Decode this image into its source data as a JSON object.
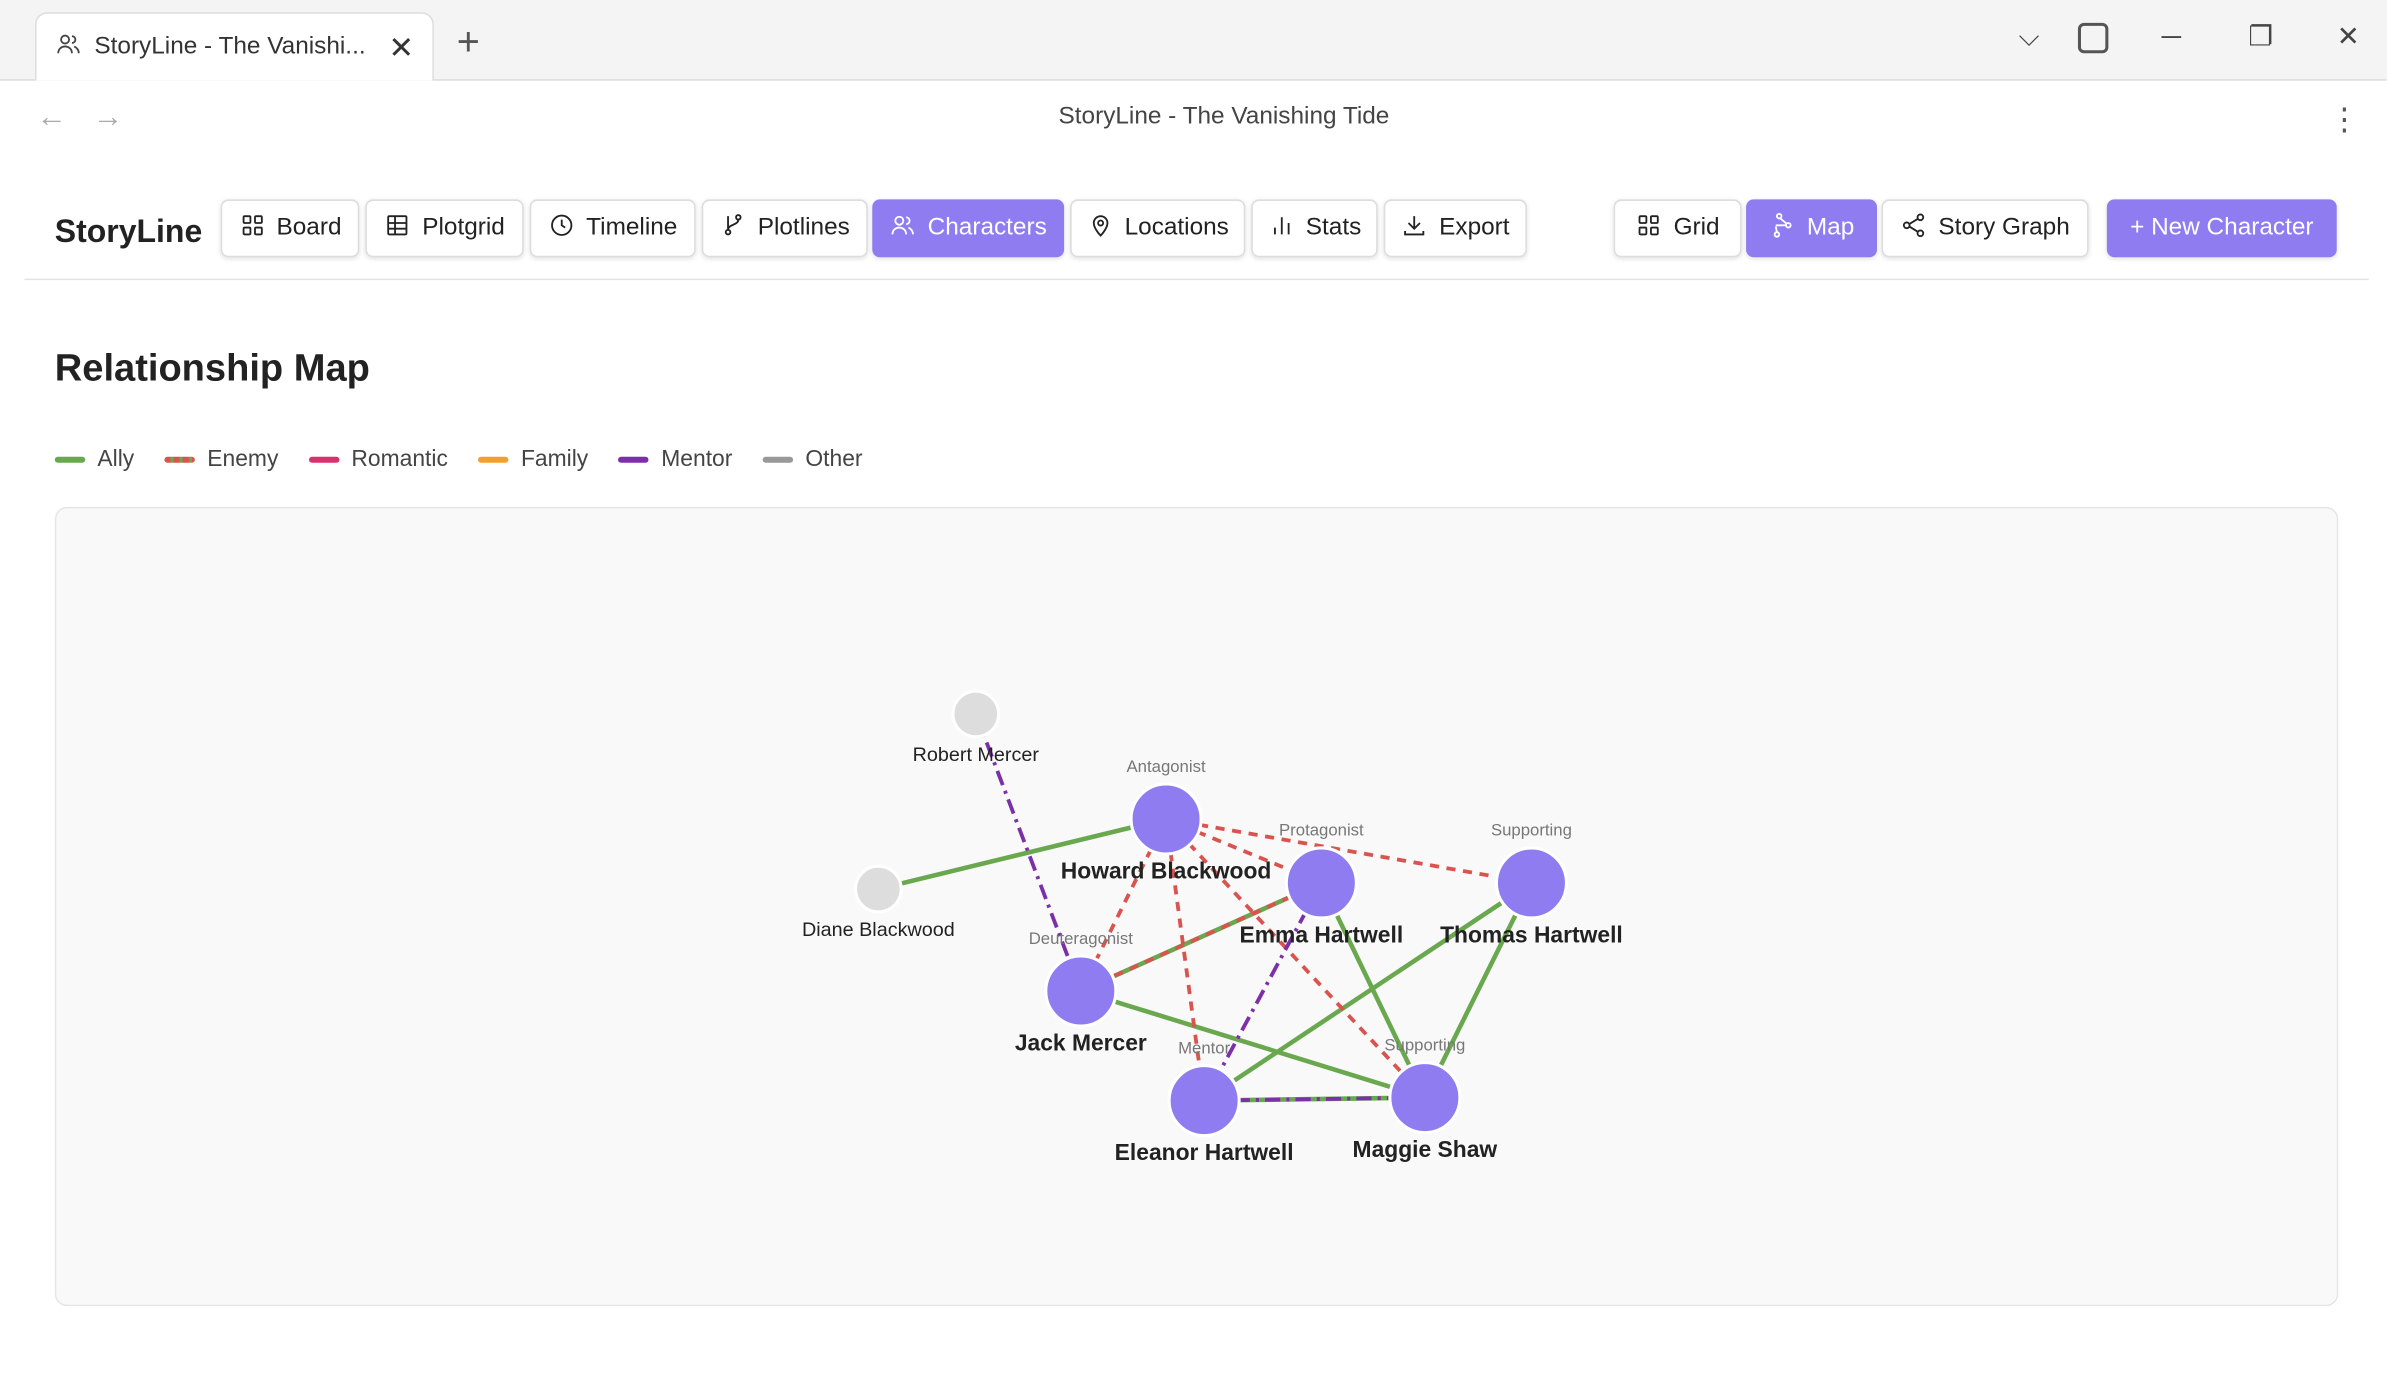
{
  "browser": {
    "tab_title": "StoryLine - The Vanishi...",
    "window_title": "StoryLine - The Vanishing Tide"
  },
  "app": {
    "brand": "StoryLine"
  },
  "nav_buttons": [
    {
      "label": "Board",
      "icon": "grid-icon",
      "active": false
    },
    {
      "label": "Plotgrid",
      "icon": "table-icon",
      "active": false
    },
    {
      "label": "Timeline",
      "icon": "clock-icon",
      "active": false
    },
    {
      "label": "Plotlines",
      "icon": "branch-icon",
      "active": false
    },
    {
      "label": "Characters",
      "icon": "users-icon",
      "active": true
    },
    {
      "label": "Locations",
      "icon": "pin-icon",
      "active": false
    },
    {
      "label": "Stats",
      "icon": "bar-chart-icon",
      "active": false
    },
    {
      "label": "Export",
      "icon": "download-icon",
      "active": false
    }
  ],
  "view_buttons": [
    {
      "label": "Grid",
      "icon": "grid-icon",
      "active": false
    },
    {
      "label": "Map",
      "icon": "map-graph-icon",
      "active": true
    },
    {
      "label": "Story Graph",
      "icon": "share-icon",
      "active": false
    }
  ],
  "new_character_label": "+ New Character",
  "page_title": "Relationship Map",
  "legend": [
    {
      "label": "Ally",
      "color": "#6aa84f"
    },
    {
      "label": "Enemy",
      "color": "#d9534f"
    },
    {
      "label": "Romantic",
      "color": "#d6336c"
    },
    {
      "label": "Family",
      "color": "#f0a030"
    },
    {
      "label": "Mentor",
      "color": "#7b2fa8"
    },
    {
      "label": "Other",
      "color": "#999999"
    }
  ],
  "graph": {
    "nodes": [
      {
        "id": "robert",
        "name": "Robert Mercer",
        "role": "",
        "main": false
      },
      {
        "id": "diane",
        "name": "Diane Blackwood",
        "role": "",
        "main": false
      },
      {
        "id": "howard",
        "name": "Howard Blackwood",
        "role": "Antagonist",
        "main": true
      },
      {
        "id": "emma",
        "name": "Emma Hartwell",
        "role": "Protagonist",
        "main": true
      },
      {
        "id": "thomas",
        "name": "Thomas Hartwell",
        "role": "Supporting",
        "main": true
      },
      {
        "id": "jack",
        "name": "Jack Mercer",
        "role": "Deuteragonist",
        "main": true
      },
      {
        "id": "eleanor",
        "name": "Eleanor Hartwell",
        "role": "Mentor",
        "main": true
      },
      {
        "id": "maggie",
        "name": "Maggie Shaw",
        "role": "Supporting",
        "main": true
      }
    ],
    "edges": [
      {
        "from": "robert",
        "to": "jack",
        "type": "Mentor"
      },
      {
        "from": "diane",
        "to": "howard",
        "type": "Ally"
      },
      {
        "from": "howard",
        "to": "emma",
        "type": "Enemy"
      },
      {
        "from": "howard",
        "to": "thomas",
        "type": "Enemy"
      },
      {
        "from": "howard",
        "to": "jack",
        "type": "Enemy"
      },
      {
        "from": "howard",
        "to": "eleanor",
        "type": "Enemy"
      },
      {
        "from": "howard",
        "to": "maggie",
        "type": "Enemy"
      },
      {
        "from": "emma",
        "to": "jack",
        "type": "Ally"
      },
      {
        "from": "emma",
        "to": "jack",
        "type": "Enemy"
      },
      {
        "from": "emma",
        "to": "eleanor",
        "type": "Mentor"
      },
      {
        "from": "emma",
        "to": "maggie",
        "type": "Ally"
      },
      {
        "from": "thomas",
        "to": "eleanor",
        "type": "Ally"
      },
      {
        "from": "thomas",
        "to": "maggie",
        "type": "Ally"
      },
      {
        "from": "jack",
        "to": "maggie",
        "type": "Ally"
      },
      {
        "from": "eleanor",
        "to": "maggie",
        "type": "Ally"
      },
      {
        "from": "eleanor",
        "to": "maggie",
        "type": "Mentor"
      }
    ]
  }
}
